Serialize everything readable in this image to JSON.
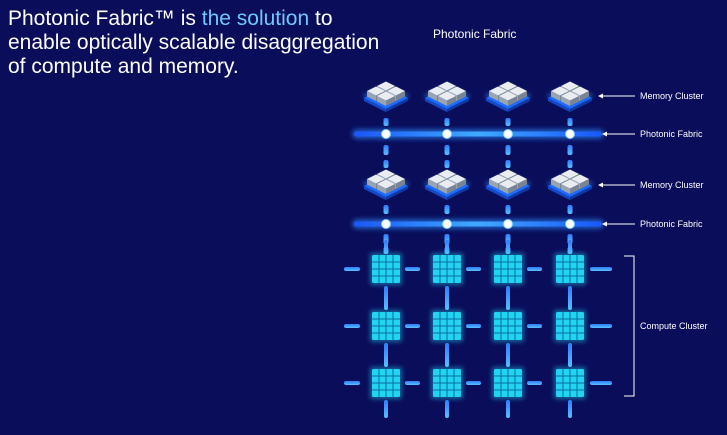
{
  "headline": {
    "part1": "Photonic Fabric™ is ",
    "highlight": "the solution",
    "part2": " to enable optically scalable disaggregation of compute and memory."
  },
  "diagram": {
    "title": "Photonic Fabric",
    "layers": [
      {
        "id": "memory-1",
        "label": "Memory Cluster"
      },
      {
        "id": "fabric-1",
        "label": "Photonic Fabric"
      },
      {
        "id": "memory-2",
        "label": "Memory Cluster"
      },
      {
        "id": "fabric-2",
        "label": "Photonic Fabric"
      },
      {
        "id": "compute",
        "label": "Compute Cluster"
      }
    ],
    "memory_columns": 4,
    "compute_rows": 3,
    "compute_columns": 4
  },
  "colors": {
    "background": "#0a0d5a",
    "highlight": "#6ec8ff",
    "fabric": "#2a8cff",
    "compute": "#22d3f2",
    "memory_top": "#e9ecf1",
    "memory_side": "#9aa3b0"
  },
  "icons": [
    "memory-chip-icon",
    "compute-chip-icon",
    "fabric-node-icon",
    "arrow-left-icon"
  ]
}
